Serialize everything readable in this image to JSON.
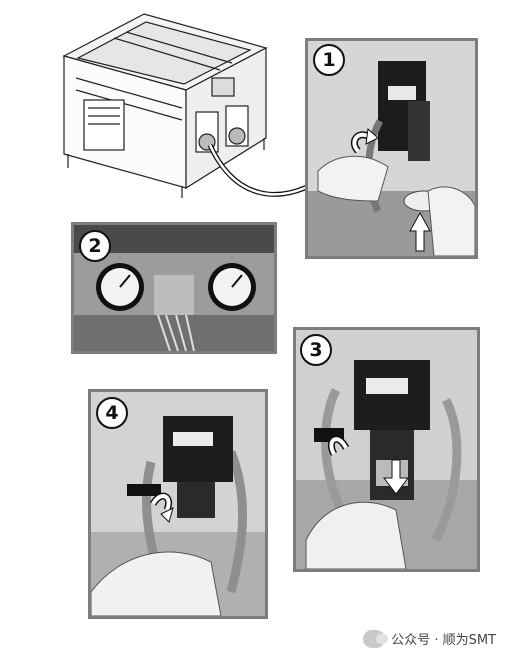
{
  "steps": [
    {
      "number": "1"
    },
    {
      "number": "2"
    },
    {
      "number": "3"
    },
    {
      "number": "4"
    }
  ],
  "watermark": {
    "text": "公众号 · 顺为SMT",
    "icon": "wechat-icon"
  },
  "colors": {
    "frame": "#7d7d7d",
    "arrow_fill": "#ffffff",
    "ink": "#111111"
  }
}
